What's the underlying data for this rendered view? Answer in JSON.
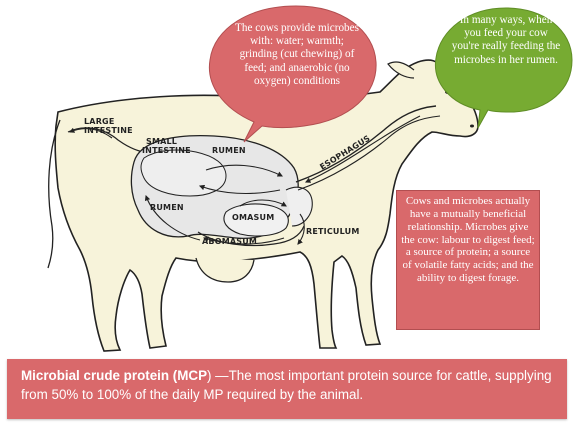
{
  "diagram": {
    "labels": {
      "large_intestine": [
        "LARGE",
        "INTESTINE"
      ],
      "small_intestine": [
        "SMALL",
        "INTESTINE"
      ],
      "rumen_upper": "RUMEN",
      "rumen_lower": "RUMEN",
      "omasum": "OMASUM",
      "abomasum": "ABOMASUM",
      "reticulum": "RETICULUM",
      "esophagus": "ESOPHAGUS"
    }
  },
  "bubbles": {
    "microbes_provision": "The cows provide microbes with: water; warmth; grinding (cut chewing) of feed; and anaerobic (no oxygen) conditions",
    "feeding_microbes": "In many ways, when you feed your cow you're really feeding the microbes in her rumen."
  },
  "boxes": {
    "mutual_relationship": "Cows and microbes actually have a mutually beneficial relationship. Microbes give the cow: labour to digest feed; a source of protein; a source of volatile fatty acids; and the ability to digest forage.",
    "mcp_term": "Microbial crude protein (MCP",
    "mcp_rest": ") —The most important protein source for cattle, supplying from 50% to 100% of the daily MP required by the animal."
  },
  "colors": {
    "pink": "#d9696b",
    "green": "#77ab32",
    "cow_body": "#f7f3da",
    "organs": "#e7e7e7",
    "outline": "#222222"
  }
}
